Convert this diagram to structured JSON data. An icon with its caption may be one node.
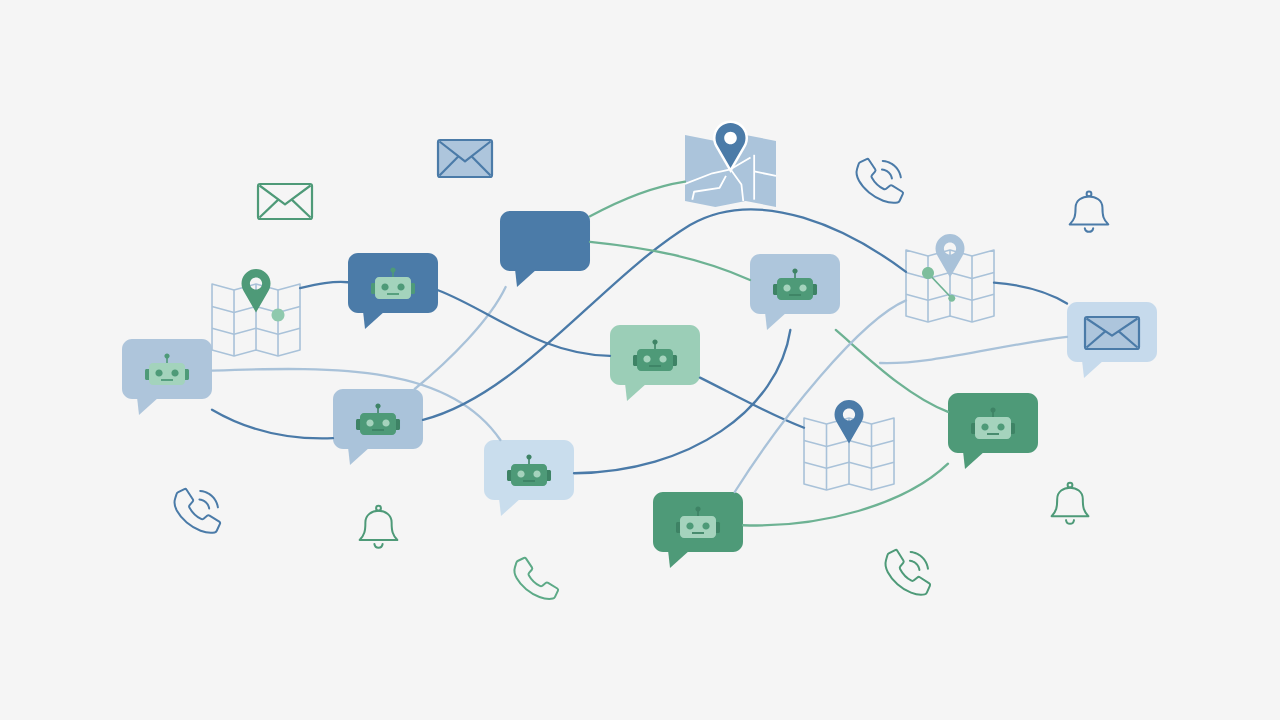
{
  "diagram": {
    "nodes": [
      {
        "text": [],
        "shape": "bubble"
      },
      {
        "text": [],
        "shape": "map"
      },
      {
        "text": [],
        "shape": "bubble"
      },
      {
        "text": [],
        "shape": "bubble"
      },
      {
        "text": [],
        "shape": "map"
      },
      {
        "text": [],
        "shape": "bubble"
      },
      {
        "text": [],
        "shape": "bubble"
      },
      {
        "text": [],
        "shape": "bubble"
      },
      {
        "text": [],
        "shape": "bubble"
      },
      {
        "text": [],
        "shape": "map"
      },
      {
        "text": [],
        "shape": "bubble"
      },
      {
        "text": [],
        "shape": "map"
      },
      {
        "text": [],
        "shape": "bubble"
      },
      {
        "text": [],
        "shape": "bubble"
      }
    ],
    "edges": [
      {
        "from": 1,
        "to": 2,
        "arrow": "none"
      },
      {
        "from": 0,
        "to": 8,
        "arrow": "none",
        "color": "#a9c2d9"
      },
      {
        "from": 0,
        "to": 7,
        "arrow": "none"
      },
      {
        "from": 7,
        "to": 3,
        "arrow": "none",
        "color": "#a9c2d9"
      },
      {
        "from": 7,
        "to": 9,
        "arrow": "none"
      },
      {
        "from": 2,
        "to": 6,
        "arrow": "none"
      },
      {
        "from": 3,
        "to": 4,
        "arrow": "none",
        "color": "#6db293"
      },
      {
        "from": 3,
        "to": 5,
        "arrow": "none",
        "color": "#6db293"
      },
      {
        "from": 6,
        "to": 11,
        "arrow": "none"
      },
      {
        "from": 8,
        "to": 5,
        "arrow": "none"
      },
      {
        "from": 5,
        "to": 12,
        "arrow": "none",
        "color": "#6db293"
      },
      {
        "from": 9,
        "to": 13,
        "arrow": "none",
        "color": "#a9c2d9"
      },
      {
        "from": 9,
        "to": 10,
        "arrow": "none"
      },
      {
        "from": 10,
        "to": null,
        "arrow": "none",
        "color": "#a9c2d9"
      },
      {
        "from": 12,
        "to": 13,
        "arrow": "none",
        "color": "#6db293"
      }
    ]
  }
}
